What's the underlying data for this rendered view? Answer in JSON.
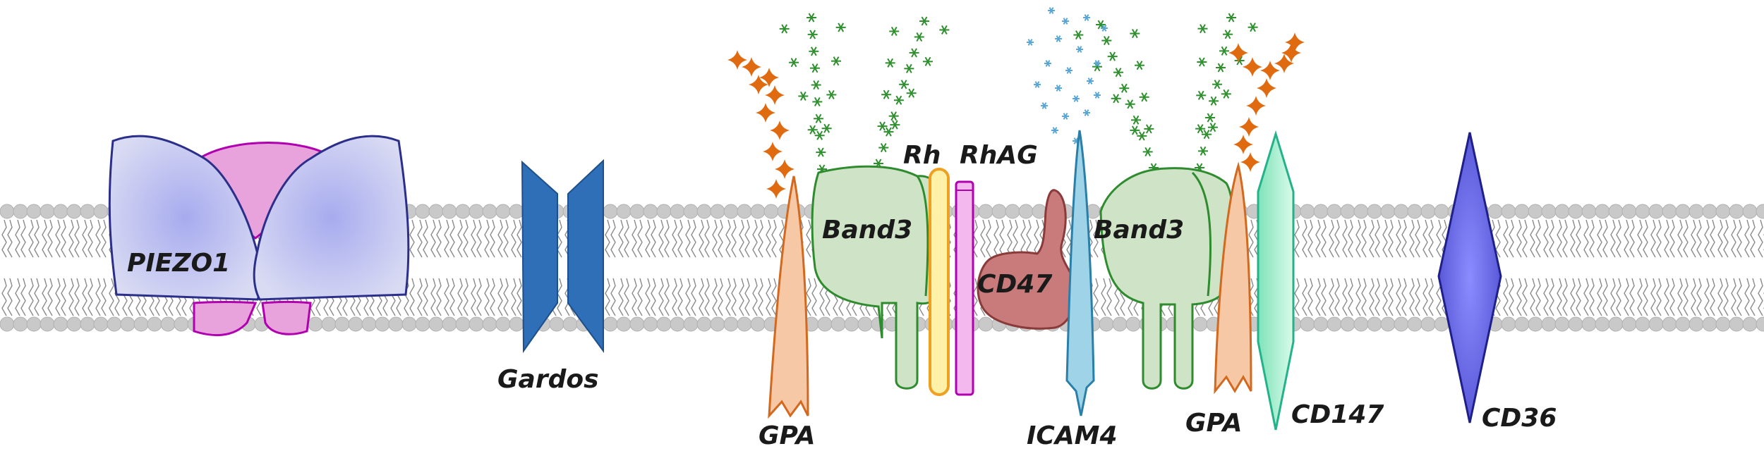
{
  "diagram": {
    "labels": {
      "piezo1": "PIEZO1",
      "gardos": "Gardos",
      "gpa_left": "GPA",
      "band3_left": "Band3",
      "rh": "Rh",
      "rhag": "RhAG",
      "cd47": "CD47",
      "icam4": "ICAM4",
      "band3_right": "Band3",
      "gpa_right": "GPA",
      "cd147": "CD147",
      "cd36": "CD36"
    },
    "colors": {
      "membrane_head": "#c9c9c9",
      "piezo1_body": "#bfc2e6",
      "piezo1_outline": "#2b2f8a",
      "piezo1_cap": "#e07ac8",
      "gardos": "#2f6fb8",
      "gpa": "#f6c8a6",
      "gpa_outline": "#d2691e",
      "band3": "#cfe3c6",
      "band3_outline": "#2e8b2e",
      "rh_fill": "#fff1a8",
      "rh_outline": "#f0a020",
      "rhag_fill": "#f3b9ee",
      "rhag_outline": "#b000b0",
      "cd47": "#c97b7b",
      "icam4": "#9fd3e8",
      "cd147": "#b8f0d8",
      "cd147_outline": "#25b28a",
      "cd36": "#6d6df0",
      "cd36_outline": "#1f1f8a",
      "glycan_green": "#2f8f2f",
      "glycan_orange": "#e06a10",
      "glycan_blue": "#5aa6d6"
    },
    "icons": [
      "membrane-bilayer",
      "glycan-tree-icon",
      "sialic-acid-star-icon"
    ]
  }
}
